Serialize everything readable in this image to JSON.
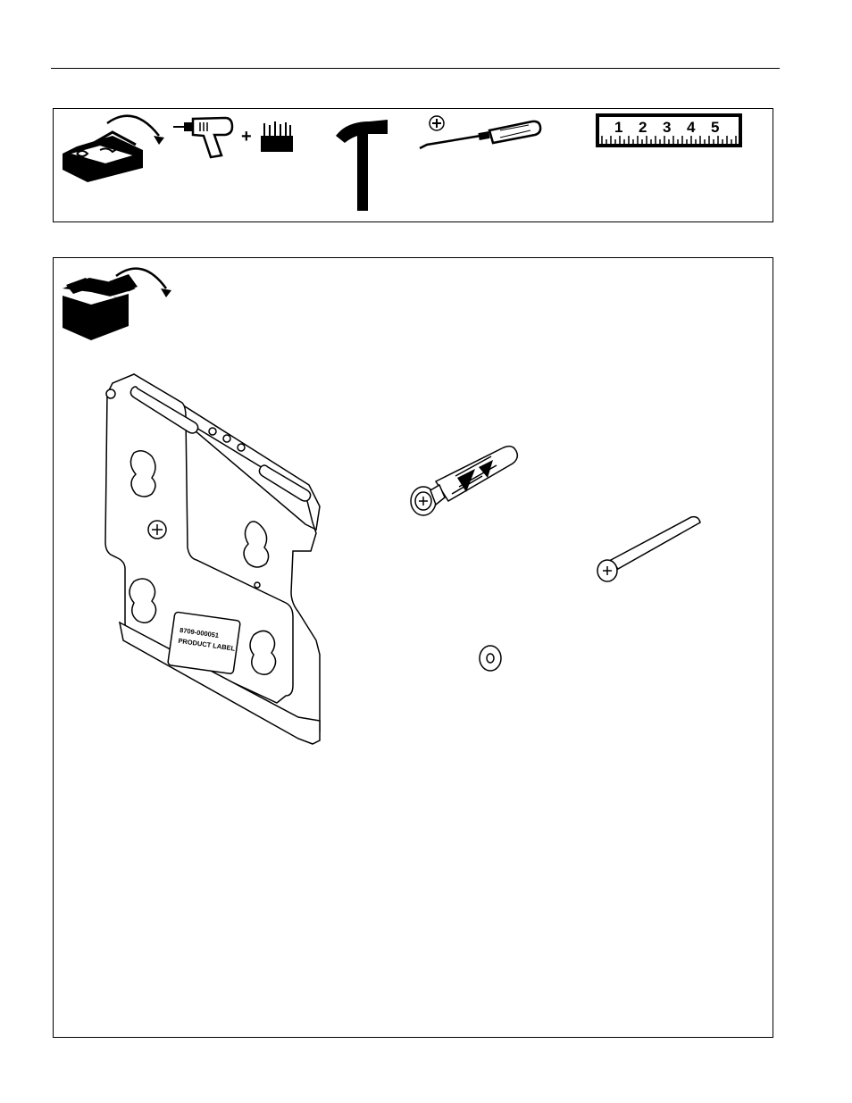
{
  "tools": {
    "ruler_numbers": [
      "1",
      "2",
      "3",
      "4",
      "5"
    ]
  },
  "parts": {
    "bracket_label_line1": "8709-000051",
    "bracket_label_line2": "PRODUCT LABEL"
  },
  "icons": [
    "toolbox-icon",
    "drill-icon",
    "drill-bits-icon",
    "hammer-icon",
    "phillips-screwdriver-icon",
    "ruler-icon",
    "open-box-icon",
    "wall-plate-bracket-icon",
    "anchor-bolt-icon",
    "long-screw-icon",
    "washer-icon"
  ]
}
